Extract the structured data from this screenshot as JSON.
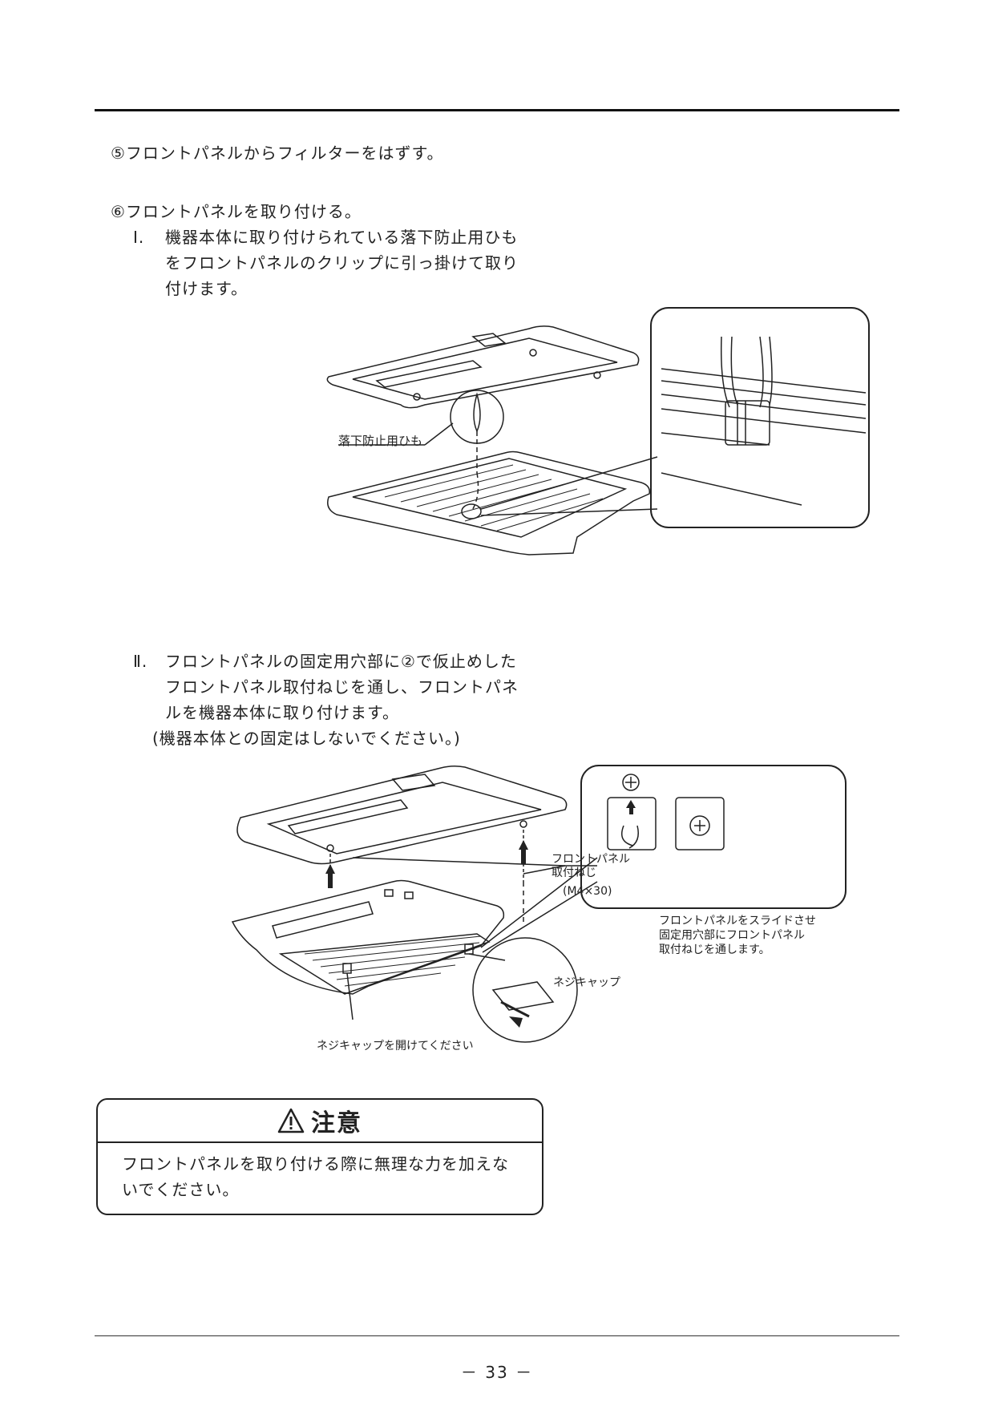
{
  "steps": {
    "step5": "⑤フロントパネルからフィルターをはずす。",
    "step6": "⑥フロントパネルを取り付ける。",
    "sub1": {
      "num": "Ⅰ.",
      "lines": [
        "機器本体に取り付けられている落下防止用ひも",
        "をフロントパネルのクリップに引っ掛けて取り",
        "付けます。"
      ]
    },
    "sub2": {
      "num": "Ⅱ.",
      "lines": [
        "フロントパネルの固定用穴部に②で仮止めした",
        "フロントパネル取付ねじを通し、フロントパネ",
        "ルを機器本体に取り付けます。"
      ],
      "note": "(機器本体との固定はしないでください。)"
    }
  },
  "figure1": {
    "label_string": "落下防止用ひも"
  },
  "figure2": {
    "label_screw_line1": "フロントパネル",
    "label_screw_line2": "取付ねじ",
    "label_screw_size": "(M4×30)",
    "label_slide_lines": [
      "フロントパネルをスライドさせ",
      "固定用穴部にフロントパネル",
      "取付ねじを通します。"
    ],
    "label_cap": "ネジキャップ",
    "label_open_cap": "ネジキャップを開けてください"
  },
  "caution": {
    "title": "注意",
    "icon": "warning-triangle-icon",
    "body_lines": [
      "フロントパネルを取り付ける際に無理な力を加えな",
      "いでください。"
    ]
  },
  "footer": {
    "page_number": "－ 33 －"
  }
}
